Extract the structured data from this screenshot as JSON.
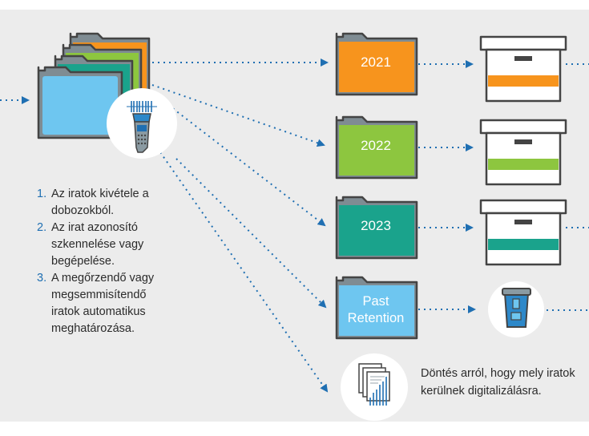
{
  "folders": [
    {
      "label": "2021",
      "color": "#f7941d"
    },
    {
      "label": "2022",
      "color": "#8dc63f"
    },
    {
      "label": "2023",
      "color": "#1aa38c"
    },
    {
      "label": "Past Retention",
      "color": "#6ec6f0"
    }
  ],
  "steps": [
    {
      "num": "1.",
      "text": "Az iratok kivétele a dobozokból."
    },
    {
      "num": "2.",
      "text": "Az irat azonosító szkennelése vagy begépelése."
    },
    {
      "num": "3.",
      "text": "A megőrzendő vagy megsemmisítendő iratok automatikus meghatározása."
    }
  ],
  "note": "Döntés arról, hogy mely iratok kerülnek digitalizálásra.",
  "icons": {
    "stack": "folder-stack-icon",
    "scanner": "barcode-scanner-icon",
    "box": "archive-box-icon",
    "shred": "shred-bin-icon",
    "digitize": "digitize-document-icon"
  },
  "colors": {
    "arrow": "#1f6fb2",
    "panel": "#ececec",
    "outline": "#444444",
    "folder_back": "#7f8c93",
    "step_number": "#1f6fb2"
  }
}
